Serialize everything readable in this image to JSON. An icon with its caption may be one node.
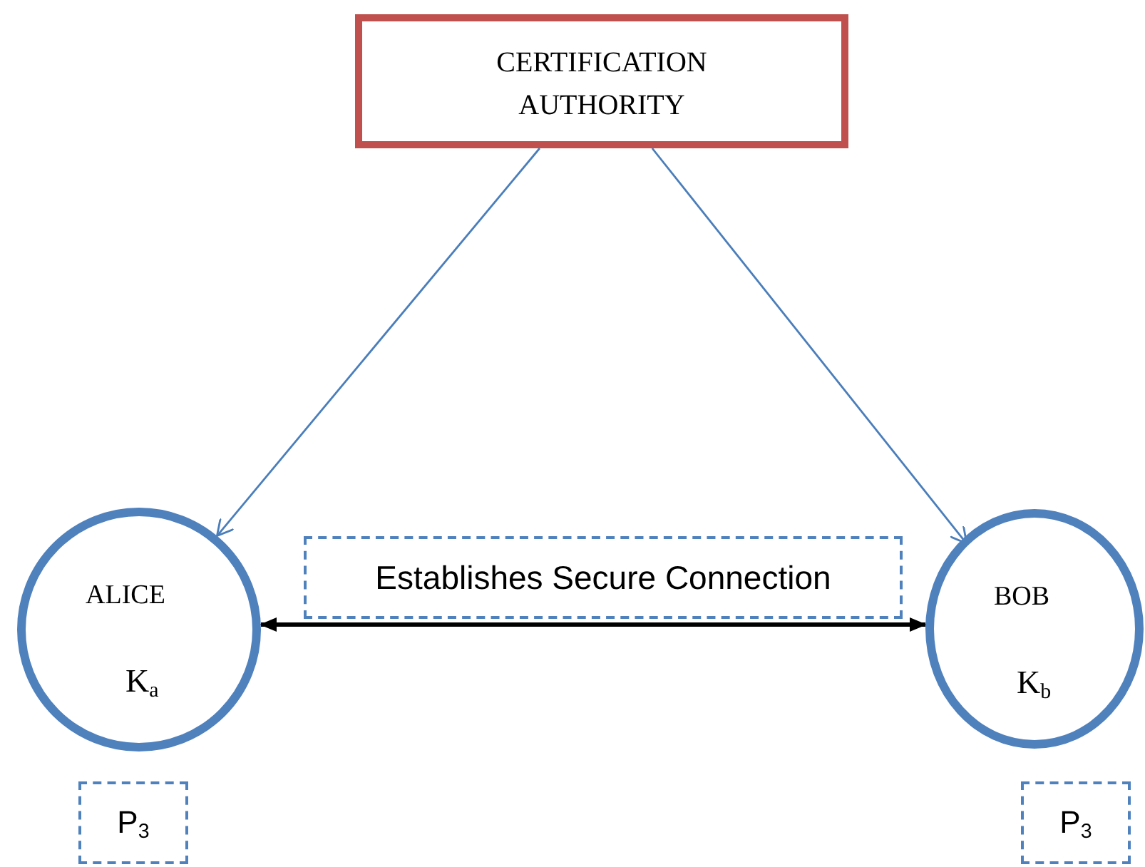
{
  "diagram": {
    "nodes": [
      {
        "text": [
          "CERTIFICATION AUTHORITY"
        ]
      },
      {
        "text": [
          "ALICE",
          "K$_{a}$"
        ]
      },
      {
        "text": [
          "Establishes Secure Connection"
        ]
      },
      {
        "text": [
          "BOB",
          "K$_{b}$"
        ]
      },
      {
        "text": [
          "P$_{3}$"
        ]
      },
      {
        "text": [
          "P$_{3}$"
        ]
      }
    ],
    "edges": [
      {
        "from": 0,
        "to": 1,
        "arrow": "to"
      },
      {
        "from": 0,
        "to": 3,
        "arrow": "to"
      },
      {
        "from": 1,
        "to": 3,
        "arrow": "both",
        "style": "thick",
        "color": "#000000"
      }
    ]
  }
}
